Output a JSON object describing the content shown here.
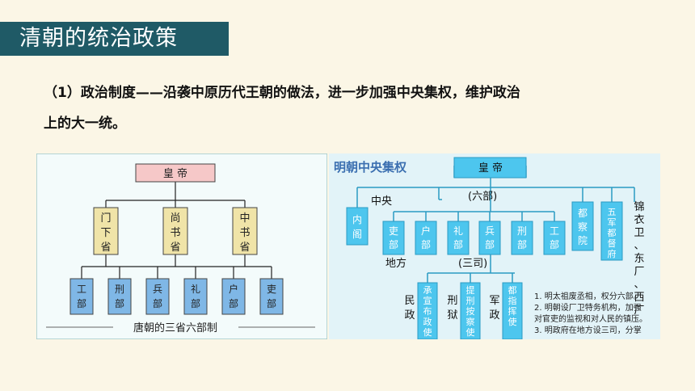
{
  "slide": {
    "title": "清朝的统治政策",
    "paragraph_line1": "（1）政治制度——沿袭中原历代王朝的做法，进一步加强中央集权，维护政治",
    "paragraph_line2": "上的大一统。"
  },
  "tang_diagram": {
    "emperor": "皇 帝",
    "provinces": [
      "门下省",
      "尚书省",
      "中书省"
    ],
    "ministries": [
      "工部",
      "刑部",
      "兵部",
      "礼部",
      "户部",
      "吏部"
    ],
    "caption": "唐朝的三省六部制"
  },
  "ming_diagram": {
    "title": "明朝中央集权",
    "emperor": "皇 帝",
    "central_label": "中央",
    "six_label": "(六部)",
    "neige": "内阁",
    "ministries": [
      "吏部",
      "户部",
      "礼部",
      "兵部",
      "刑部",
      "工部"
    ],
    "duchayuan": "都察院",
    "wujun": "五军都督府",
    "jinyiwei": "锦衣卫、东厂、西厂",
    "local_label": "地方",
    "three_label": "(三司)",
    "three_si": [
      "承宣布政使",
      "提刑按察使",
      "都指挥使"
    ],
    "three_si_roles": [
      "民政",
      "刑狱",
      "军政"
    ],
    "notes": [
      "1. 明太祖废丞相，权分六部。",
      "2. 明朝设厂卫特务机构，加强",
      "对官吏的监视和对人民的镇压。",
      "3. 明政府在地方设三司，分掌"
    ]
  }
}
